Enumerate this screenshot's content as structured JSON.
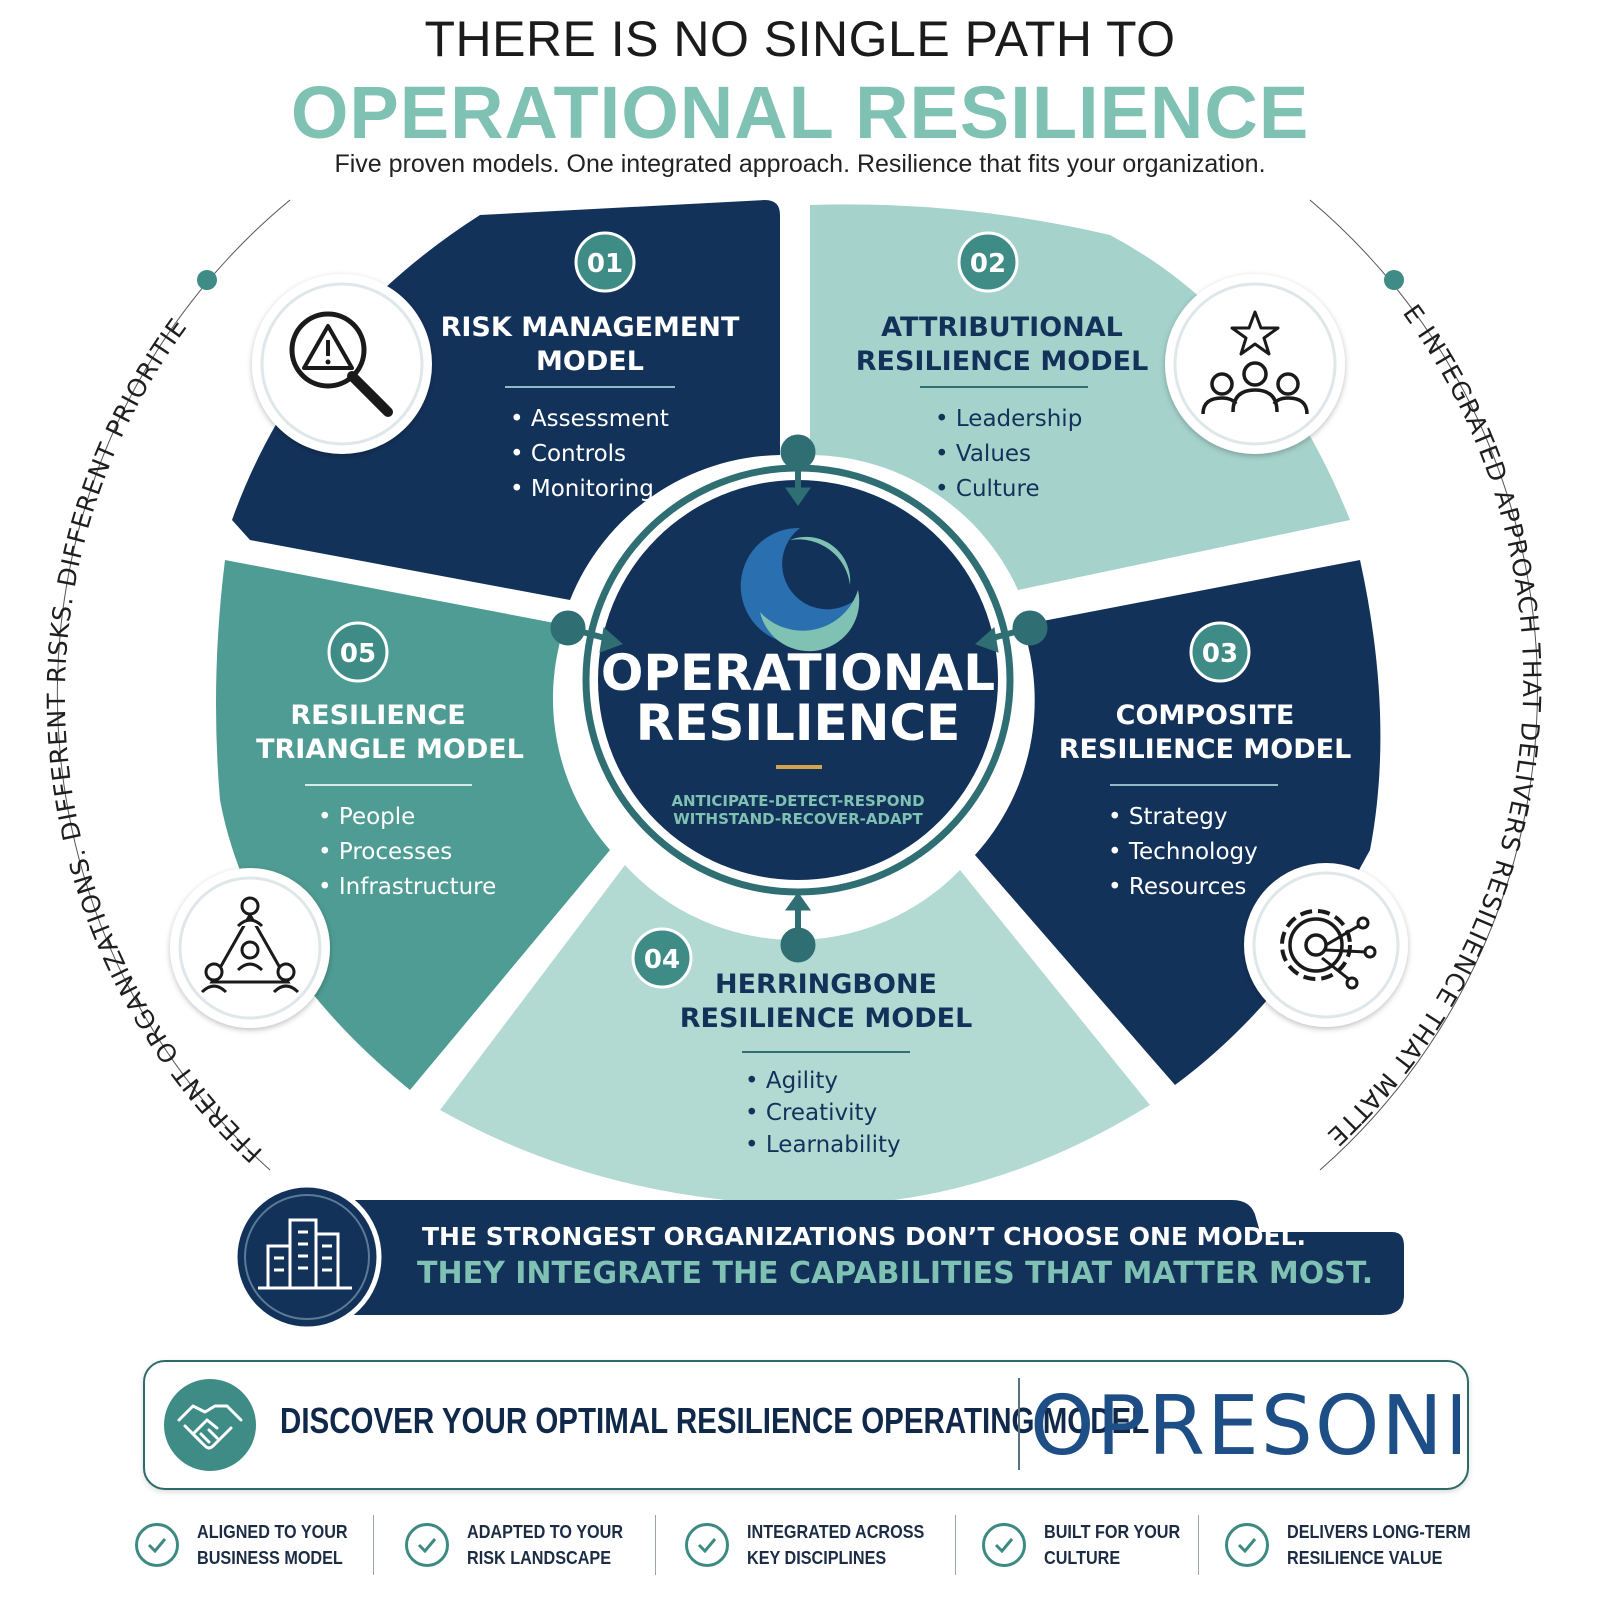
{
  "header": {
    "title_line1": "THERE IS NO SINGLE PATH TO",
    "title_line2": "OPERATIONAL RESILIENCE",
    "subtitle": "Five proven models. One integrated approach.  Resilience that fits your organization."
  },
  "side_text": {
    "left": "DIFFERENT ORGANIZATIONS. DIFFERENT RISKS. DIFFERENT PRIORITIES.",
    "right": "ONE INTEGRATED APPROACH THAT DELIVERS RESILIENCE THAT MATTERS."
  },
  "center": {
    "title_line1": "OPERATIONAL",
    "title_line2": "RESILIENCE",
    "tagline_line1": "ANTICIPATE-DETECT-RESPOND",
    "tagline_line2": "WITHSTAND-RECOVER-ADAPT"
  },
  "models": [
    {
      "number": "01",
      "title_line1": "RISK MANAGEMENT",
      "title_line2": "MODEL",
      "items": [
        "Assessment",
        "Controls",
        "Monitoring"
      ],
      "icon": "risk-search-icon"
    },
    {
      "number": "02",
      "title_line1": "ATTRIBUTIONAL",
      "title_line2": "RESILIENCE MODEL",
      "items": [
        "Leadership",
        "Values",
        "Culture"
      ],
      "icon": "team-star-icon"
    },
    {
      "number": "03",
      "title_line1": "COMPOSITE",
      "title_line2": "RESILIENCE MODEL",
      "items": [
        "Strategy",
        "Technology",
        "Resources"
      ],
      "icon": "gear-circuit-icon"
    },
    {
      "number": "04",
      "title_line1": "HERRINGBONE",
      "title_line2": "RESILIENCE MODEL",
      "items": [
        "Agility",
        "Creativity",
        "Learnability"
      ],
      "icon": ""
    },
    {
      "number": "05",
      "title_line1": "RESILIENCE",
      "title_line2": "TRIANGLE MODEL",
      "items": [
        "People",
        "Processes",
        "Infrastructure"
      ],
      "icon": "people-triangle-icon"
    }
  ],
  "banner": {
    "line1": "THE STRONGEST ORGANIZATIONS DON’T CHOOSE ONE MODEL.",
    "line2": "THEY INTEGRATE THE CAPABILITIES THAT MATTER MOST.",
    "icon": "buildings-icon"
  },
  "cta": {
    "label": "DISCOVER YOUR OPTIMAL RESILIENCE OPERATING MODEL",
    "icon": "handshake-icon",
    "logo_text": "OPRESONE"
  },
  "features": [
    {
      "line1": "ALIGNED TO YOUR",
      "line2": "BUSINESS MODEL"
    },
    {
      "line1": "ADAPTED TO YOUR",
      "line2": "RISK LANDSCAPE"
    },
    {
      "line1": "INTEGRATED ACROSS",
      "line2": "KEY DISCIPLINES"
    },
    {
      "line1": "BUILT FOR YOUR",
      "line2": "CULTURE"
    },
    {
      "line1": "DELIVERS LONG-TERM",
      "line2": "RESILIENCE VALUE"
    }
  ],
  "colors": {
    "navy": "#13325a",
    "teal": "#4e9c93",
    "light_teal": "#a6d2cc",
    "accent_teal": "#7fc1b3",
    "gold": "#d3a44c"
  }
}
